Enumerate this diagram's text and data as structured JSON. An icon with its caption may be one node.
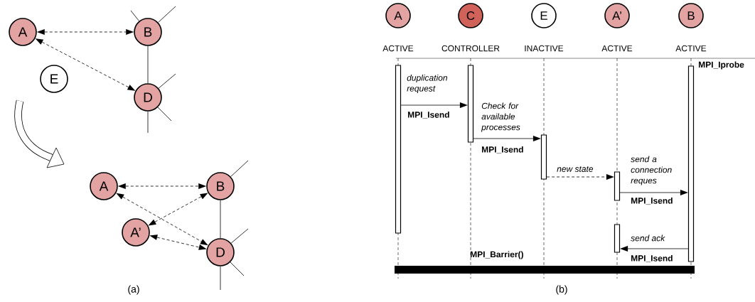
{
  "diagram": {
    "nodes": [
      {
        "text": [
          "A"
        ]
      },
      {
        "text": [
          "B"
        ]
      },
      {
        "text": [
          "D"
        ]
      },
      {
        "text": [
          "E"
        ]
      },
      {
        "text": [
          "A"
        ]
      },
      {
        "text": [
          "B"
        ]
      },
      {
        "text": [
          "A’"
        ]
      },
      {
        "text": [
          "D"
        ]
      },
      {
        "text": [
          "A"
        ],
        "beside": [
          "ACTIVE"
        ]
      },
      {
        "text": [
          "C"
        ],
        "beside": [
          "CONTROLLER"
        ]
      },
      {
        "text": [
          "E"
        ],
        "beside": [
          "INACTIVE"
        ]
      },
      {
        "text": [
          "A’"
        ],
        "beside": [
          "ACTIVE"
        ]
      },
      {
        "text": [
          "B"
        ],
        "beside": [
          "ACTIVE"
        ]
      },
      {
        "text": [],
        "shape": "bar"
      },
      {
        "text": [],
        "shape": "bar"
      },
      {
        "text": [],
        "shape": "bar"
      },
      {
        "text": [],
        "shape": "bar"
      },
      {
        "text": [],
        "shape": "bar"
      },
      {
        "text": [],
        "shape": "bar"
      }
    ],
    "edges": [
      {
        "from": 0,
        "to": 1,
        "arrow": "both",
        "style": "dashed"
      },
      {
        "from": 0,
        "to": 2,
        "arrow": "both",
        "style": "dashed"
      },
      {
        "from": 1,
        "to": 2,
        "arrow": "none"
      },
      {
        "from": 1,
        "to": null,
        "arrow": "none"
      },
      {
        "from": 1,
        "to": null,
        "arrow": "none"
      },
      {
        "from": 2,
        "to": null,
        "arrow": "none"
      },
      {
        "from": 2,
        "to": null,
        "arrow": "none"
      },
      {
        "from": 2,
        "to": null,
        "arrow": "none"
      },
      {
        "from": 4,
        "to": 5,
        "arrow": "both",
        "style": "dashed"
      },
      {
        "from": 4,
        "to": 7,
        "arrow": "both",
        "style": "dashed"
      },
      {
        "from": 6,
        "to": 5,
        "arrow": "both",
        "style": "dashed"
      },
      {
        "from": 6,
        "to": 7,
        "arrow": "both",
        "style": "dashed"
      },
      {
        "from": 5,
        "to": 7,
        "arrow": "none"
      },
      {
        "from": 5,
        "to": null,
        "arrow": "none"
      },
      {
        "from": 7,
        "to": null,
        "arrow": "none"
      },
      {
        "from": 7,
        "to": null,
        "arrow": "none"
      },
      {
        "from": 7,
        "to": null,
        "arrow": "none"
      },
      {
        "from": 13,
        "to": 14,
        "arrow": "to",
        "label": "MPI_Isend"
      },
      {
        "from": 14,
        "to": 15,
        "arrow": "to",
        "label": "MPI_Isend"
      },
      {
        "from": 15,
        "to": 16,
        "arrow": "to",
        "style": "dashed",
        "label": "new state"
      },
      {
        "from": 16,
        "to": 17,
        "arrow": "to",
        "label": "MPI_Isend"
      },
      {
        "from": 17,
        "to": 18,
        "arrow": "to",
        "label": "MPI_Isend"
      }
    ],
    "labels": [
      "(a)",
      "MPI_Iprobe",
      "duplication request",
      "Check for available processes",
      "send a connection reques",
      "send ack",
      "MPI_Barrier()",
      "(b)"
    ]
  }
}
